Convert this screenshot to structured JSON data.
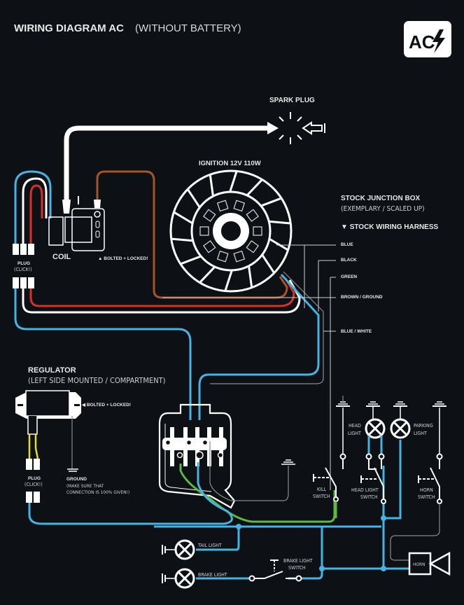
{
  "header": {
    "title_bold": "WIRING DIAGRAM AC",
    "title_light": "(WITHOUT BATTERY)",
    "logo_text": "AC"
  },
  "labels": {
    "spark_plug": "SPARK PLUG",
    "ignition": "IGNITION 12V 110W",
    "coil": "COIL",
    "coil_bolted": "BOLTED + LOCKED!",
    "plug": "PLUG",
    "plug_click": "(CLICK!)",
    "junction_title": "STOCK JUNCTION BOX",
    "junction_sub": "(EXEMPLARY / SCALED UP)",
    "harness": "STOCK WIRING HARNESS",
    "regulator_title": "REGULATOR",
    "regulator_sub": "(LEFT SIDE MOUNTED / COMPARTMENT)",
    "regulator_bolted": "BOLTED + LOCKED!",
    "reg_plug": "PLUG",
    "reg_plug_click": "(CLICK!)",
    "ground": "GROUND",
    "ground_note_1": "(MAKE SURE THAT",
    "ground_note_2": "CONNECTION IS 100% GIVEN!)",
    "head_light_1": "HEAD",
    "head_light_2": "LIGHT",
    "parking_light_1": "PARKING",
    "parking_light_2": "LIGHT",
    "kill_switch_1": "KILL",
    "kill_switch_2": "SWITCH",
    "head_light_switch_1": "HEAD LIGHT",
    "head_light_switch_2": "SWITCH",
    "horn_switch_1": "HORN",
    "horn_switch_2": "SWITCH",
    "horn": "HORN",
    "tail_light": "TAIL LIGHT",
    "brake_light": "BRAKE LIGHT",
    "brake_light_switch_1": "BRAKE LIGHT",
    "brake_light_switch_2": "SWITCH"
  },
  "harness_wires": [
    "BLUE",
    "BLACK",
    "GREEN",
    "BROWN / GROUND",
    "BLUE / WHITE"
  ],
  "colors": {
    "background": "#0d1014",
    "blue": "#45b4e4",
    "red": "#d8302a",
    "brown": "#a5542a",
    "green": "#5cba3c",
    "yellow": "#e6dc33",
    "white": "#ffffff"
  }
}
